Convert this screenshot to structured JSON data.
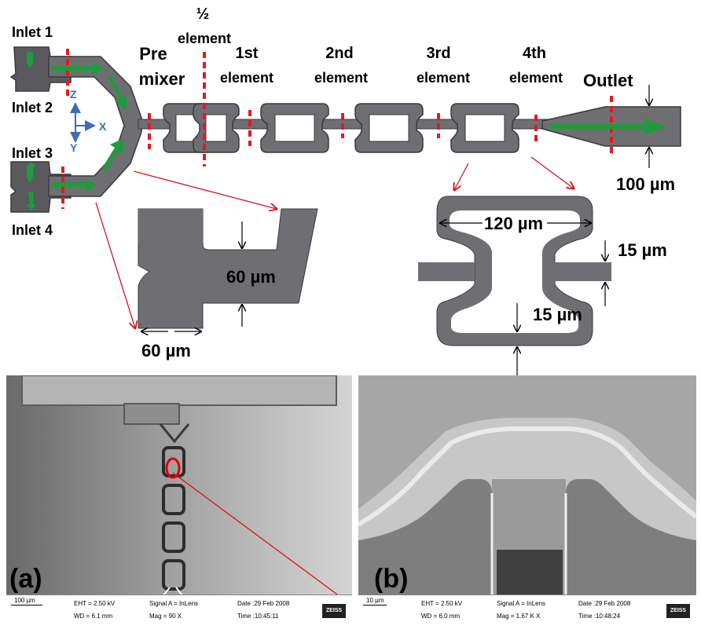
{
  "diagram": {
    "inlets": [
      "Inlet 1",
      "Inlet 2",
      "Inlet 3",
      "Inlet 4"
    ],
    "pre_mixer": [
      "Pre",
      "mixer"
    ],
    "half_element": [
      "½",
      "element"
    ],
    "elements": [
      {
        "ordinal": "1st",
        "word": "element"
      },
      {
        "ordinal": "2nd",
        "word": "element"
      },
      {
        "ordinal": "3rd",
        "word": "element"
      },
      {
        "ordinal": "4th",
        "word": "element"
      }
    ],
    "outlet": "Outlet",
    "axes": {
      "z": "Z",
      "x": "X",
      "y": "Y"
    },
    "dimensions": {
      "outlet_width": "100 µm",
      "premix_height": "60 µm",
      "premix_width": "60 µm",
      "element_width": "120 µm",
      "channel_width": "15 µm",
      "wall_width": "15 µm"
    },
    "colors": {
      "channel": "#6f6f73",
      "channel_dark": "#4a4a4e",
      "cut_marker": "#e8171f",
      "flow_arrow": "#1f9a3c",
      "zoom_line": "#d8141c",
      "axis": "#3a6fb5"
    },
    "icons": [
      "flow-arrow-icon",
      "cut-marker-icon",
      "axis-triad-icon"
    ]
  },
  "panels": [
    {
      "label": "(a)",
      "scale_bar": "100 µm",
      "eht": "EHT = 2.50 kV",
      "wd": "WD = 6.1 mm",
      "signal": "Signal A = InLens",
      "mag": "Mag =   90 X",
      "date": "Date :29 Feb 2008",
      "time": "Time :10:45:11",
      "logo": "ZEISS"
    },
    {
      "label": "(b)",
      "scale_bar": "10 µm",
      "eht": "EHT = 2.50 kV",
      "wd": "WD = 6.0 mm",
      "signal": "Signal A = InLens",
      "mag": "Mag =  1.67 K X",
      "date": "Date :29 Feb 2008",
      "time": "Time :10:48:24",
      "logo": "ZEISS"
    }
  ]
}
